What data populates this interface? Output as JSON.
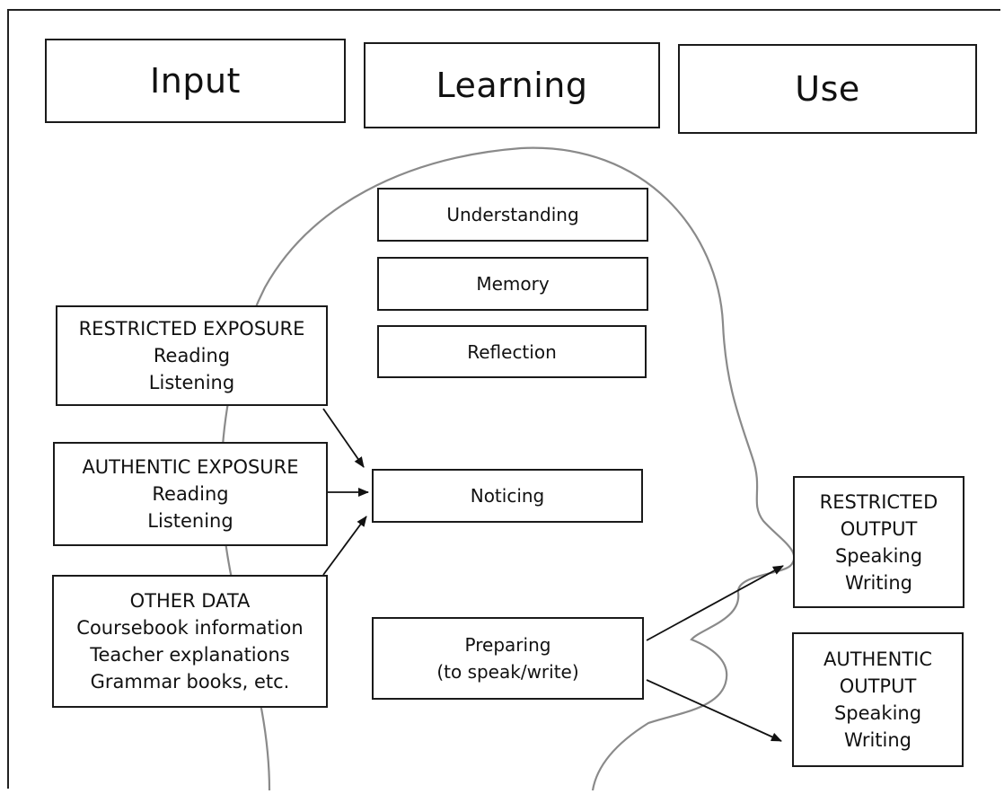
{
  "headers": {
    "input": "Input",
    "learning": "Learning",
    "use": "Use"
  },
  "learning_boxes": {
    "understanding": "Understanding",
    "memory": "Memory",
    "reflection": "Reflection",
    "noticing": "Noticing",
    "preparing": [
      "Preparing",
      "(to speak/write)"
    ]
  },
  "input_boxes": {
    "restricted_exposure": [
      "RESTRICTED EXPOSURE",
      "Reading",
      "Listening"
    ],
    "authentic_exposure": [
      "AUTHENTIC EXPOSURE",
      "Reading",
      "Listening"
    ],
    "other_data": [
      "OTHER DATA",
      "Coursebook information",
      "Teacher explanations",
      "Grammar books, etc."
    ]
  },
  "output_boxes": {
    "restricted_output": [
      "RESTRICTED",
      "OUTPUT",
      "Speaking",
      "Writing"
    ],
    "authentic_output": [
      "AUTHENTIC",
      "OUTPUT",
      "Speaking",
      "Writing"
    ]
  }
}
